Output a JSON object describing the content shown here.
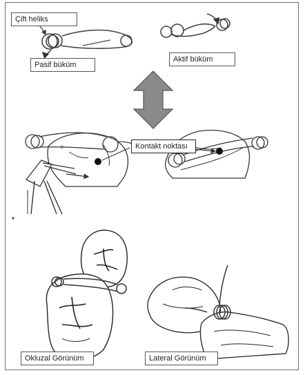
{
  "labels": {
    "double_helix": "Çift heliks",
    "passive_bend": "Pasif büküm",
    "active_bend": "Aktif büküm",
    "contact_point": "Kontakt noktası",
    "occlusal_view": "Okluzal Görünüm",
    "lateral_view": "Lateral Görünüm"
  },
  "colors": {
    "wire": "#444444",
    "arrow_fill": "#8a8a8a",
    "arrow_stroke": "#555555",
    "frame": "#6d6d6d"
  }
}
